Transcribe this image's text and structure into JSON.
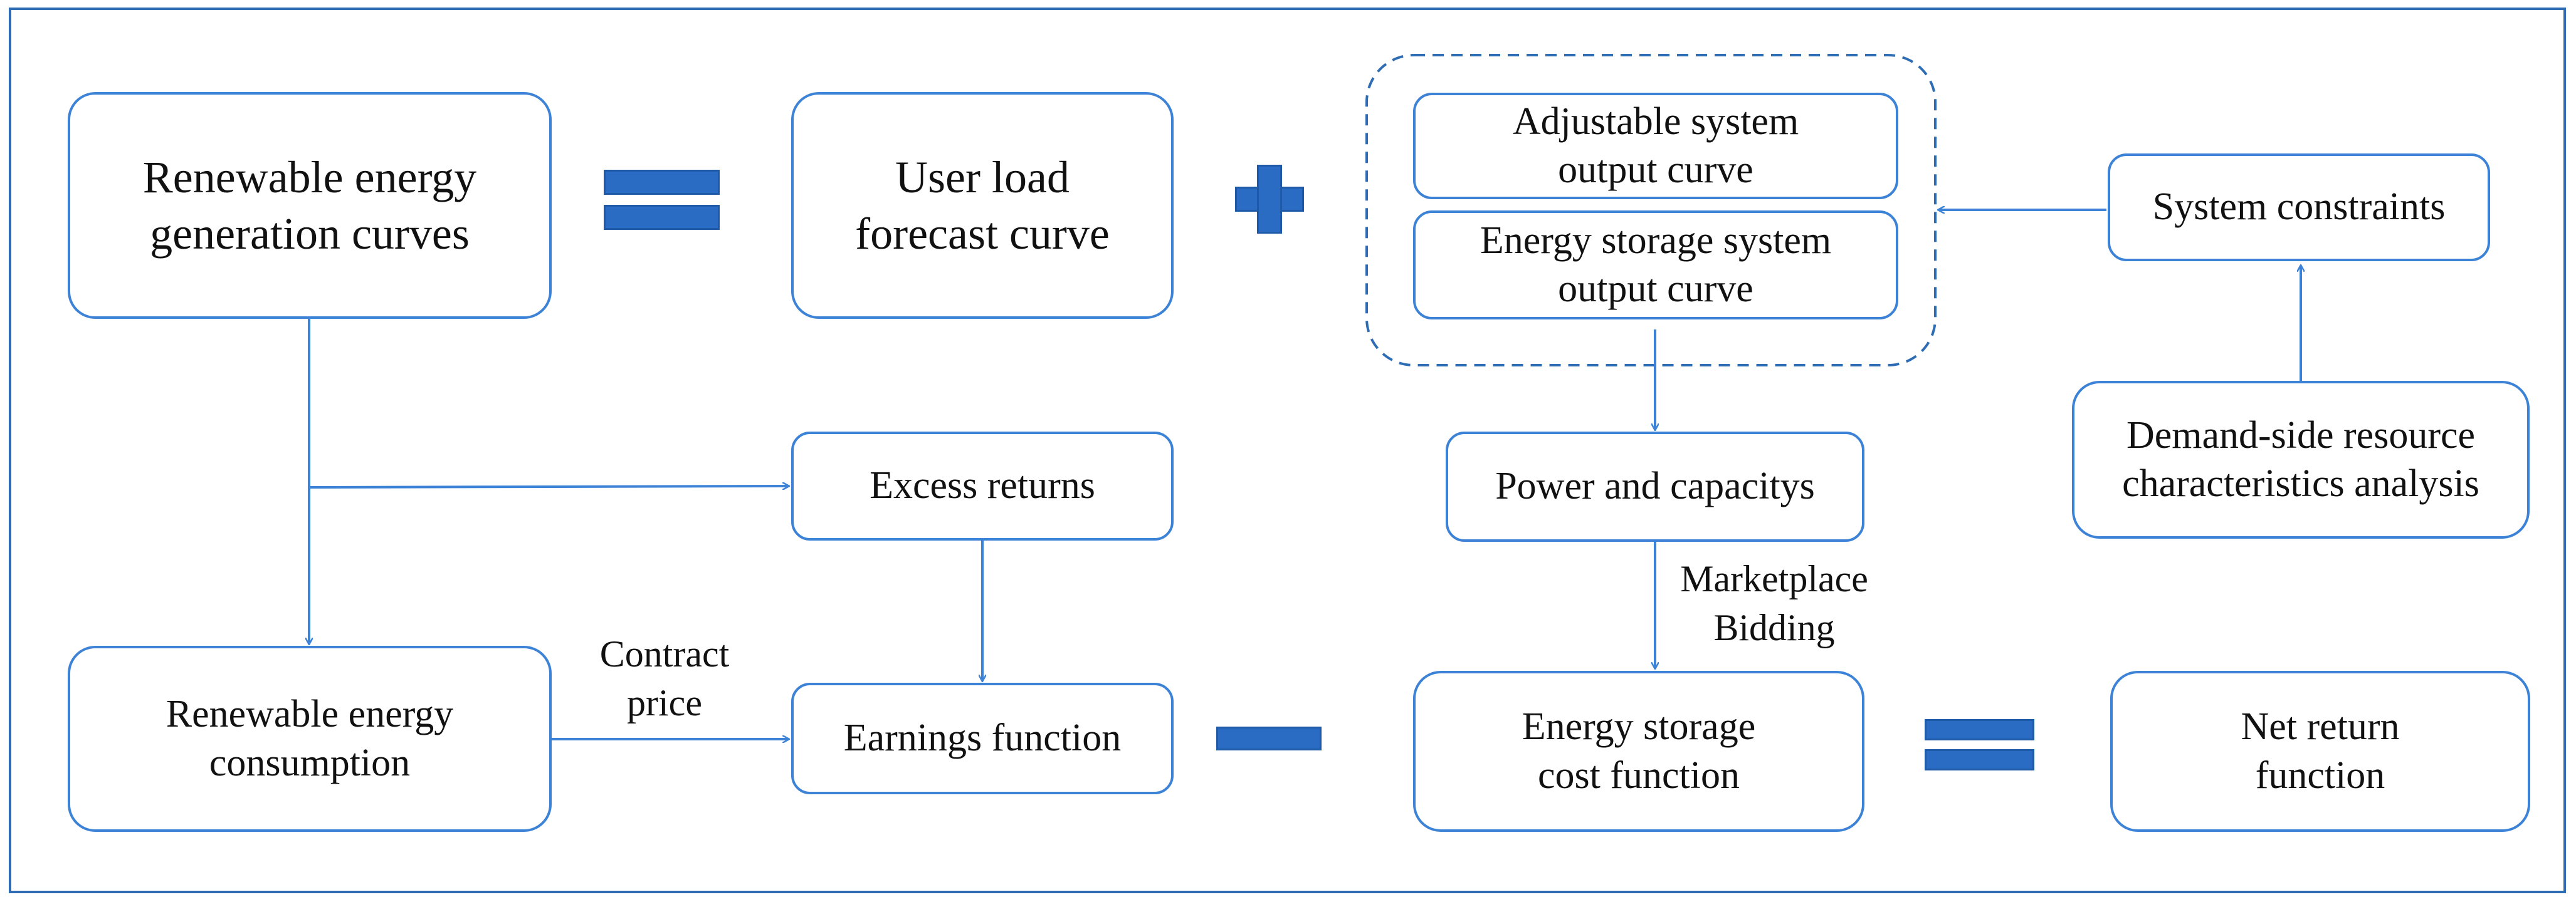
{
  "nodes": {
    "renewable_generation": [
      "Renewable energy",
      "generation curves"
    ],
    "user_load": [
      "User load",
      "forecast curve"
    ],
    "adjustable_output": [
      "Adjustable system",
      "output curve"
    ],
    "storage_output": [
      "Energy storage system",
      "output curve"
    ],
    "system_constraints": [
      "System constraints"
    ],
    "demand_side": [
      "Demand-side resource",
      "characteristics analysis"
    ],
    "excess_returns": [
      "Excess returns"
    ],
    "power_capacity": [
      "Power and capacitys"
    ],
    "renewable_consumption": [
      "Renewable energy",
      "consumption"
    ],
    "earnings_function": [
      "Earnings function"
    ],
    "storage_cost": [
      "Energy storage",
      "cost function"
    ],
    "net_return": [
      "Net return",
      "function"
    ]
  },
  "edge_labels": {
    "contract_price": [
      "Contract",
      "price"
    ],
    "marketplace_bidding": [
      "Marketplace",
      "Bidding"
    ]
  },
  "colors": {
    "line": "#3c82d6",
    "operator": "#2a6cc4",
    "frame": "#2e6db4"
  }
}
